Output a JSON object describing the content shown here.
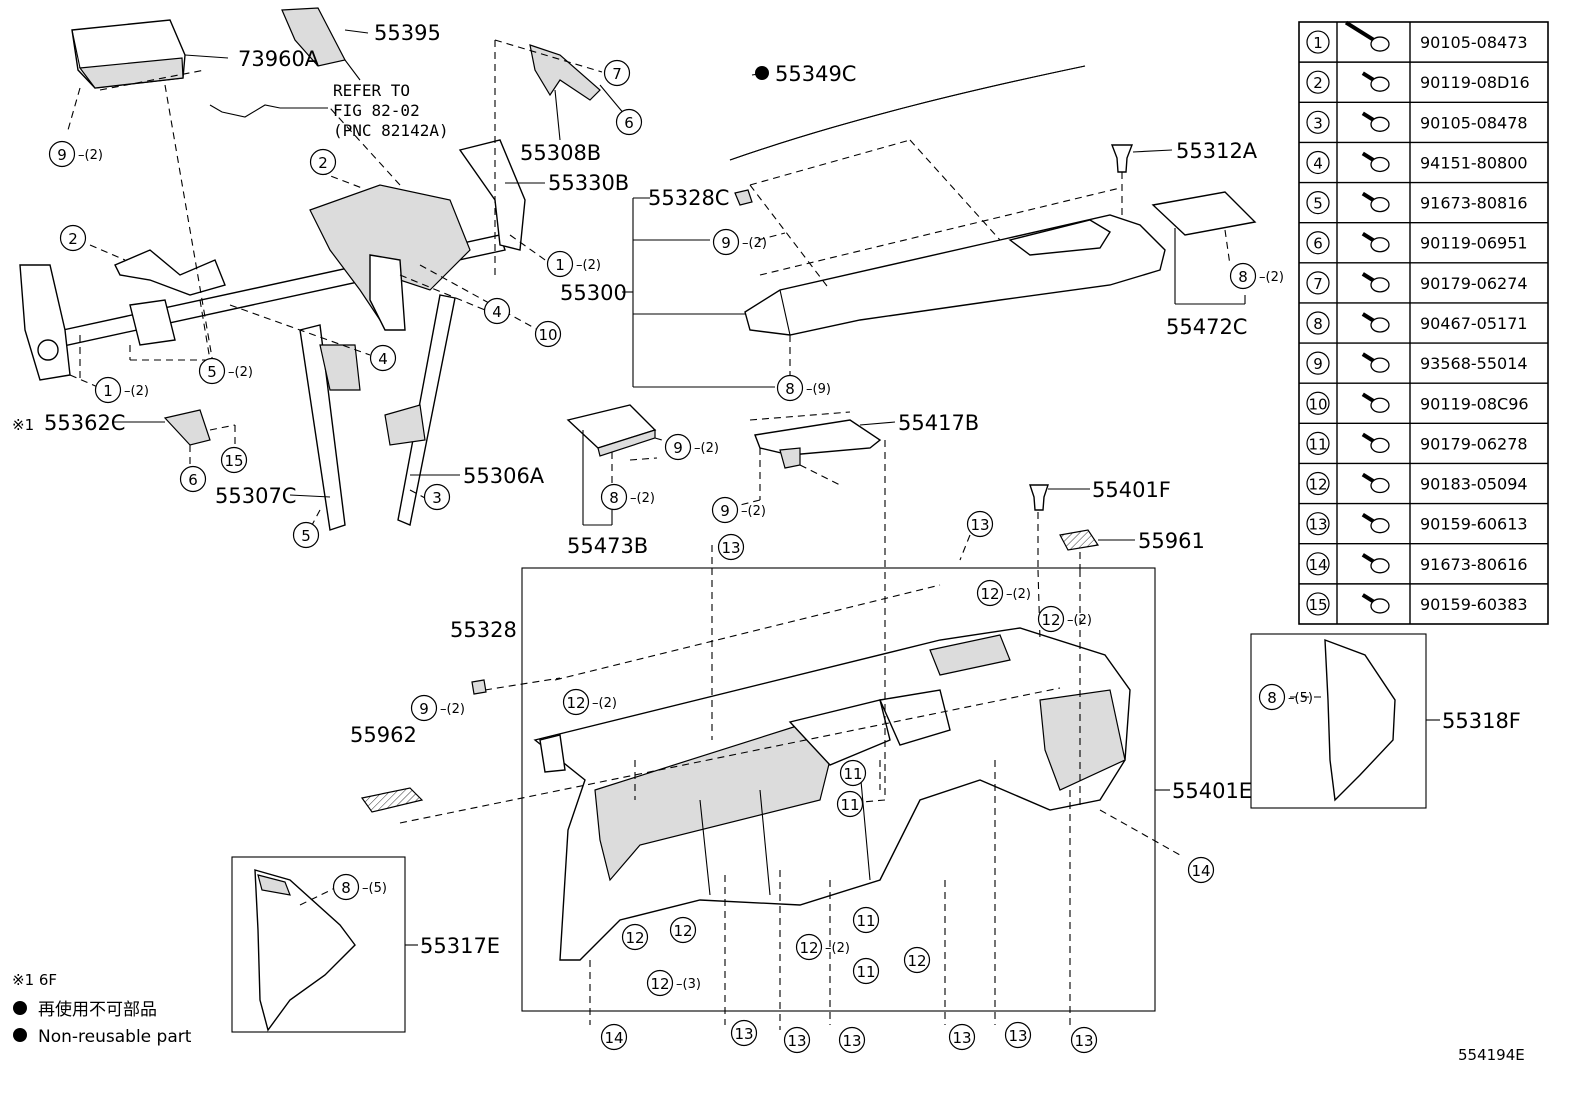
{
  "labels": {
    "p73960A": "73960A",
    "p55395": "55395",
    "refer1": "REFER TO",
    "refer2": "FIG 82-02",
    "refer3": "(PNC 82142A)",
    "p55308B": "55308B",
    "p55330B": "55330B",
    "p55349C": "55349C",
    "p55312A": "55312A",
    "p55328C": "55328C",
    "p55300": "55300",
    "p55472C": "55472C",
    "p55362C": "55362C",
    "p55362C_mark": "※1",
    "p55307C": "55307C",
    "p55306A": "55306A",
    "p55417B": "55417B",
    "p55473B": "55473B",
    "p55401F": "55401F",
    "p55961": "55961",
    "p55328": "55328",
    "p55962": "55962",
    "p55401E": "55401E",
    "p55318F": "55318F",
    "p55317E": "55317E"
  },
  "fastener_table": [
    {
      "num": "1",
      "part": "90105-08473"
    },
    {
      "num": "2",
      "part": "90119-08D16"
    },
    {
      "num": "3",
      "part": "90105-08478"
    },
    {
      "num": "4",
      "part": "94151-80800"
    },
    {
      "num": "5",
      "part": "91673-80816"
    },
    {
      "num": "6",
      "part": "90119-06951"
    },
    {
      "num": "7",
      "part": "90179-06274"
    },
    {
      "num": "8",
      "part": "90467-05171"
    },
    {
      "num": "9",
      "part": "93568-55014"
    },
    {
      "num": "10",
      "part": "90119-08C96"
    },
    {
      "num": "11",
      "part": "90179-06278"
    },
    {
      "num": "12",
      "part": "90183-05094"
    },
    {
      "num": "13",
      "part": "90159-60613"
    },
    {
      "num": "14",
      "part": "91673-80616"
    },
    {
      "num": "15",
      "part": "90159-60383"
    }
  ],
  "callouts": [
    {
      "num": "9",
      "qty": "(2)"
    },
    {
      "num": "7",
      "qty": ""
    },
    {
      "num": "6",
      "qty": ""
    },
    {
      "num": "2",
      "qty": ""
    },
    {
      "num": "2",
      "qty": ""
    },
    {
      "num": "1",
      "qty": "(2)"
    },
    {
      "num": "4",
      "qty": ""
    },
    {
      "num": "10",
      "qty": ""
    },
    {
      "num": "4",
      "qty": ""
    },
    {
      "num": "5",
      "qty": "(2)"
    },
    {
      "num": "1",
      "qty": "(2)"
    },
    {
      "num": "6",
      "qty": ""
    },
    {
      "num": "15",
      "qty": ""
    },
    {
      "num": "3",
      "qty": ""
    },
    {
      "num": "5",
      "qty": ""
    },
    {
      "num": "9",
      "qty": "(2)"
    },
    {
      "num": "8",
      "qty": "(2)"
    },
    {
      "num": "8",
      "qty": "(9)"
    },
    {
      "num": "9",
      "qty": "(2)"
    },
    {
      "num": "9",
      "qty": "(2)"
    },
    {
      "num": "8",
      "qty": "(2)"
    },
    {
      "num": "13",
      "qty": ""
    },
    {
      "num": "13",
      "qty": ""
    },
    {
      "num": "12",
      "qty": "(2)"
    },
    {
      "num": "12",
      "qty": "(2)"
    },
    {
      "num": "9",
      "qty": "(2)"
    },
    {
      "num": "12",
      "qty": "(2)"
    },
    {
      "num": "11",
      "qty": ""
    },
    {
      "num": "11",
      "qty": ""
    },
    {
      "num": "8",
      "qty": "(5)"
    },
    {
      "num": "14",
      "qty": ""
    },
    {
      "num": "8",
      "qty": "(5)"
    },
    {
      "num": "12",
      "qty": ""
    },
    {
      "num": "12",
      "qty": ""
    },
    {
      "num": "12",
      "qty": "(2)"
    },
    {
      "num": "11",
      "qty": ""
    },
    {
      "num": "12",
      "qty": ""
    },
    {
      "num": "12",
      "qty": "(3)"
    },
    {
      "num": "11",
      "qty": ""
    },
    {
      "num": "14",
      "qty": ""
    },
    {
      "num": "13",
      "qty": ""
    },
    {
      "num": "13",
      "qty": ""
    },
    {
      "num": "13",
      "qty": ""
    },
    {
      "num": "13",
      "qty": ""
    },
    {
      "num": "13",
      "qty": ""
    },
    {
      "num": "13",
      "qty": ""
    }
  ],
  "legend": {
    "note1": "※1 6F",
    "nonreusable_ja": "再使用不可部品",
    "nonreusable_en": "Non-reusable part"
  },
  "diagram_code": "554194E"
}
